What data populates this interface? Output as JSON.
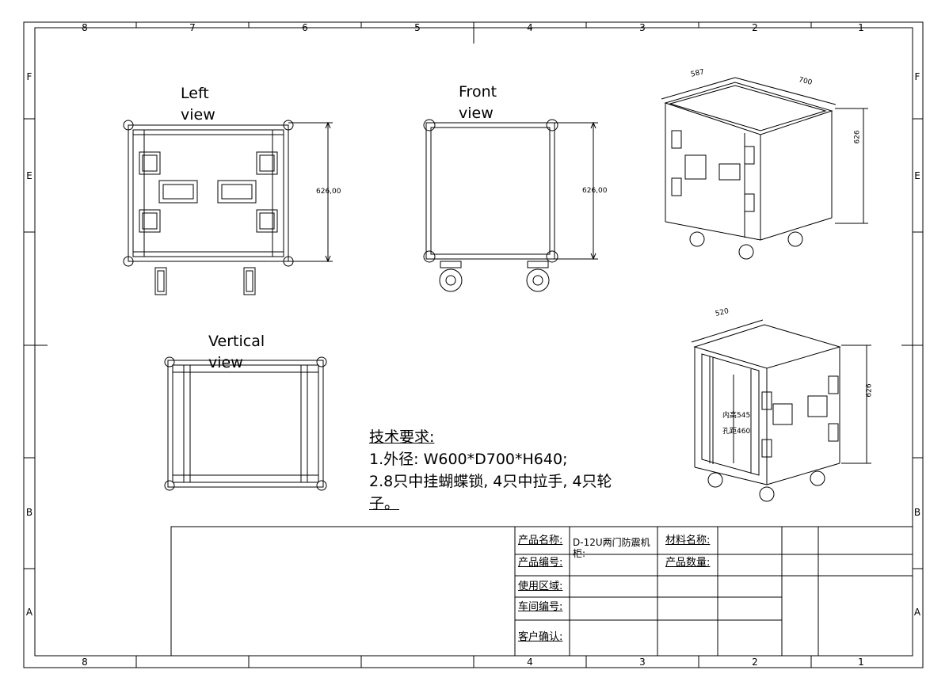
{
  "zones": {
    "top": [
      "8",
      "7",
      "6",
      "5",
      "4",
      "3",
      "2",
      "1"
    ],
    "bottom": [
      "8",
      "4",
      "3",
      "2",
      "1"
    ],
    "left": [
      "F",
      "E",
      "B",
      "A"
    ],
    "right": [
      "F",
      "E",
      "B",
      "A"
    ]
  },
  "views": {
    "left": "Left view",
    "front": "Front view",
    "vertical": "Vertical view"
  },
  "dimensions": {
    "left_height": "626,00",
    "front_height": "626,00",
    "iso1_depth": "587",
    "iso1_width": "700",
    "iso1_height": "626",
    "iso2_depth": "520",
    "iso2_height": "626",
    "inner_height": "内高545",
    "hole_spacing": "孔距460"
  },
  "requirements": {
    "title": "技术要求:",
    "line1": "1.外径: W600*D700*H640;",
    "line2": "2.8只中挂蝴蝶锁, 4只中拉手, 4只轮",
    "line3": "子。"
  },
  "title_block": {
    "product_name_label": "产品名称:",
    "product_name_value": "D-12U两门防震机柜:",
    "product_code_label": "产品编号:",
    "usage_area_label": "使用区域:",
    "workshop_code_label": "车间编号:",
    "customer_confirm_label": "客户确认:",
    "material_name_label": "材料名称:",
    "product_qty_label": "产品数量:"
  }
}
